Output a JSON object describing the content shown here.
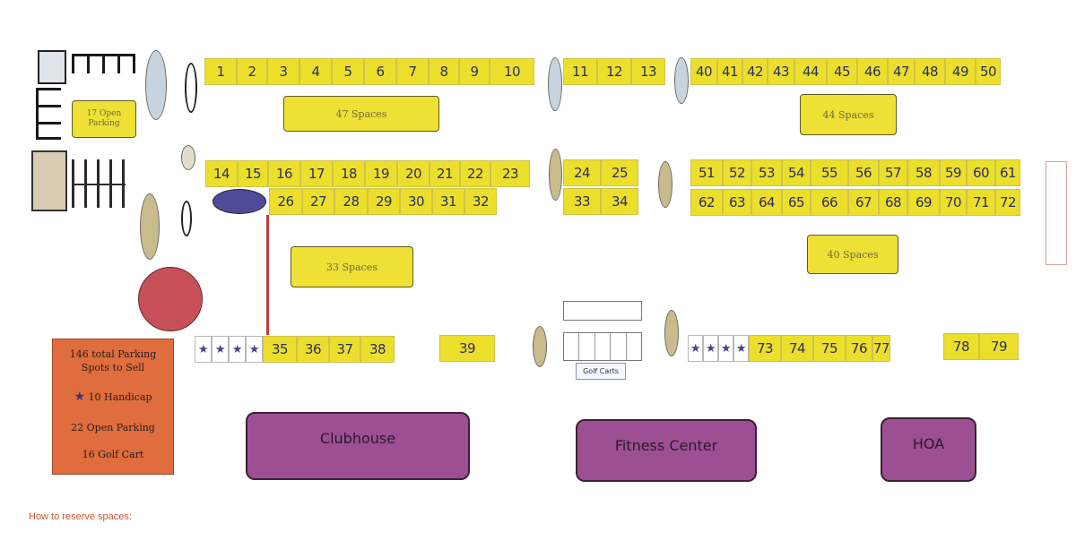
{
  "rows": {
    "row_1_10": [
      "1",
      "2",
      "3",
      "4",
      "5",
      "6",
      "7",
      "8",
      "9",
      "10"
    ],
    "row_11_13": [
      "11",
      "12",
      "13"
    ],
    "row_40_50": [
      "40",
      "41",
      "42",
      "43",
      "44",
      "45",
      "46",
      "47",
      "48",
      "49",
      "50"
    ],
    "row_14_23": [
      "14",
      "15",
      "16",
      "17",
      "18",
      "19",
      "20",
      "21",
      "22",
      "23"
    ],
    "row_26_32": [
      "26",
      "27",
      "28",
      "29",
      "30",
      "31",
      "32"
    ],
    "row_24_25": [
      "24",
      "25"
    ],
    "row_33_34": [
      "33",
      "34"
    ],
    "row_51_61": [
      "51",
      "52",
      "53",
      "54",
      "55",
      "56",
      "57",
      "58",
      "59",
      "60",
      "61"
    ],
    "row_62_72": [
      "62",
      "63",
      "64",
      "65",
      "66",
      "67",
      "68",
      "69",
      "70",
      "71",
      "72"
    ],
    "row_35_38": [
      "35",
      "36",
      "37",
      "38"
    ],
    "row_39": [
      "39"
    ],
    "row_73_77": [
      "73",
      "74",
      "75",
      "76",
      "77"
    ],
    "row_78_79": [
      "78",
      "79"
    ]
  },
  "lot_labels": {
    "open_parking_small": "17 Open Parking",
    "spaces_47": "47 Spaces",
    "spaces_44": "44 Spaces",
    "spaces_33": "33 Spaces",
    "spaces_40": "40 Spaces",
    "golf_carts": "Golf Carts"
  },
  "buildings": {
    "clubhouse": "Clubhouse",
    "fitness_center": "Fitness Center",
    "hoa": "HOA"
  },
  "legend": {
    "total_line1": "146 total Parking",
    "total_line2": "Spots to Sell",
    "handicap": "10 Handicap",
    "open_parking": "22 Open Parking",
    "golf_cart": "16 Golf Cart",
    "handicap_icon": "star-icon"
  },
  "footer": {
    "how_to_reserve": "How to reserve spaces:"
  },
  "colors": {
    "highlight": "#ecdf2c",
    "building": "#9d4f93",
    "legend_bg": "#df6d3d",
    "footer_text": "#d0542a"
  }
}
